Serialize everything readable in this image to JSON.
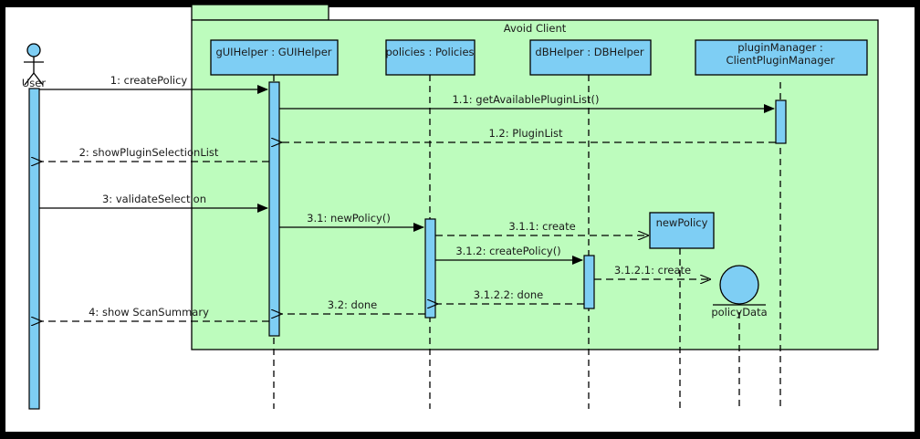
{
  "diagram": {
    "type": "uml-sequence-diagram",
    "frame": {
      "label": "Avoid Client",
      "tab_label": "",
      "fill": "#bdfcbd",
      "stroke": "#000000"
    },
    "colors": {
      "lifeline_box_fill": "#7ecef4",
      "activation_fill": "#7ecef4",
      "frame_fill": "#bdfcbd",
      "canvas": "#ffffff",
      "border": "#000000"
    }
  },
  "actors": [
    {
      "id": "user",
      "name": "User",
      "kind": "actor"
    }
  ],
  "lifelines": [
    {
      "id": "guihelper",
      "label": "gUIHelper : GUIHelper",
      "lines": [
        "gUIHelper : GUIHelper"
      ],
      "kind": "object"
    },
    {
      "id": "policies",
      "label": "policies : Policies",
      "lines": [
        "policies : Policies"
      ],
      "kind": "object"
    },
    {
      "id": "dbhelper",
      "label": "dBHelper : DBHelper",
      "lines": [
        "dBHelper : DBHelper"
      ],
      "kind": "object"
    },
    {
      "id": "pluginmanager",
      "label": "pluginManager : ClientPluginManager",
      "lines": [
        "pluginManager :",
        "ClientPluginManager"
      ],
      "kind": "object"
    },
    {
      "id": "newpolicy",
      "label": "newPolicy",
      "lines": [
        "newPolicy"
      ],
      "kind": "created-object"
    },
    {
      "id": "policydata",
      "label": "policyData",
      "lines": [
        "policyData"
      ],
      "kind": "datastore"
    }
  ],
  "messages": [
    {
      "num": "1",
      "label": "1: createPolicy",
      "from": "user",
      "to": "guihelper",
      "style": "call"
    },
    {
      "num": "1.1",
      "label": "1.1: getAvailablePluginList()",
      "from": "guihelper",
      "to": "pluginmanager",
      "style": "call"
    },
    {
      "num": "1.2",
      "label": "1.2: PluginList",
      "from": "pluginmanager",
      "to": "guihelper",
      "style": "return"
    },
    {
      "num": "2",
      "label": "2: showPluginSelectionList",
      "from": "guihelper",
      "to": "user",
      "style": "return"
    },
    {
      "num": "3",
      "label": "3: validateSelection",
      "from": "user",
      "to": "guihelper",
      "style": "call"
    },
    {
      "num": "3.1",
      "label": "3.1: newPolicy()",
      "from": "guihelper",
      "to": "policies",
      "style": "call"
    },
    {
      "num": "3.1.1",
      "label": "3.1.1: create",
      "from": "policies",
      "to": "newpolicy",
      "style": "create"
    },
    {
      "num": "3.1.2",
      "label": "3.1.2: createPolicy()",
      "from": "policies",
      "to": "dbhelper",
      "style": "call"
    },
    {
      "num": "3.1.2.1",
      "label": "3.1.2.1: create",
      "from": "dbhelper",
      "to": "policydata",
      "style": "create"
    },
    {
      "num": "3.1.2.2",
      "label": "3.1.2.2: done",
      "from": "dbhelper",
      "to": "policies",
      "style": "return"
    },
    {
      "num": "3.2",
      "label": "3.2: done",
      "from": "policies",
      "to": "guihelper",
      "style": "return"
    },
    {
      "num": "4",
      "label": "4: show ScanSummary",
      "from": "guihelper",
      "to": "user",
      "style": "return"
    }
  ]
}
